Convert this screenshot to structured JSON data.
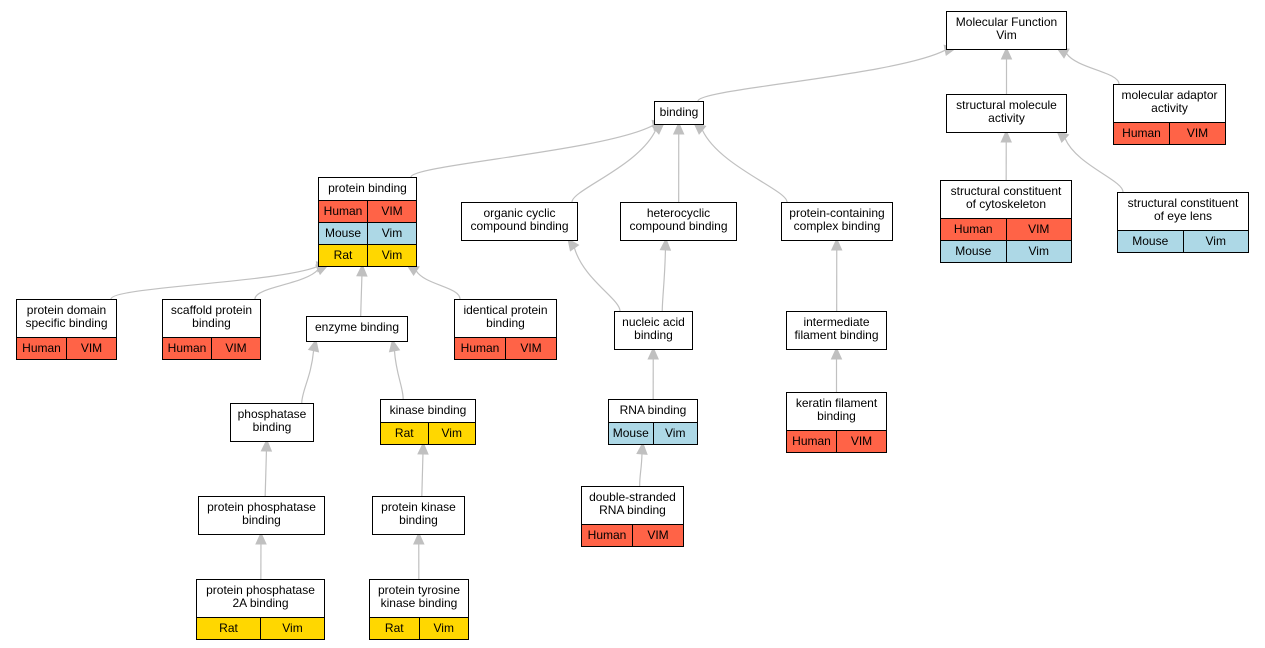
{
  "nodes": [
    {
      "id": "mf",
      "title": "Molecular Function\nVim",
      "rows": []
    },
    {
      "id": "binding",
      "title": "binding",
      "rows": []
    },
    {
      "id": "structmol",
      "title": "structural molecule\nactivity",
      "rows": []
    },
    {
      "id": "adaptor",
      "title": "molecular adaptor\nactivity",
      "rows": [
        {
          "species": "Human",
          "gene": "VIM",
          "color": "#ff6347"
        }
      ]
    },
    {
      "id": "protein",
      "title": "protein binding",
      "rows": [
        {
          "species": "Human",
          "gene": "VIM",
          "color": "#ff6347"
        },
        {
          "species": "Mouse",
          "gene": "Vim",
          "color": "#add8e6"
        },
        {
          "species": "Rat",
          "gene": "Vim",
          "color": "#ffd700"
        }
      ]
    },
    {
      "id": "organic",
      "title": "organic cyclic\ncompound binding",
      "rows": []
    },
    {
      "id": "hetero",
      "title": "heterocyclic\ncompound binding",
      "rows": []
    },
    {
      "id": "complex",
      "title": "protein-containing\ncomplex binding",
      "rows": []
    },
    {
      "id": "cyto",
      "title": "structural constituent\nof cytoskeleton",
      "rows": [
        {
          "species": "Human",
          "gene": "VIM",
          "color": "#ff6347"
        },
        {
          "species": "Mouse",
          "gene": "Vim",
          "color": "#add8e6"
        }
      ]
    },
    {
      "id": "eyelens",
      "title": "structural constituent\nof eye lens",
      "rows": [
        {
          "species": "Mouse",
          "gene": "Vim",
          "color": "#add8e6"
        }
      ]
    },
    {
      "id": "domain",
      "title": "protein domain\nspecific binding",
      "rows": [
        {
          "species": "Human",
          "gene": "VIM",
          "color": "#ff6347"
        }
      ]
    },
    {
      "id": "scaffold",
      "title": "scaffold protein\nbinding",
      "rows": [
        {
          "species": "Human",
          "gene": "VIM",
          "color": "#ff6347"
        }
      ]
    },
    {
      "id": "enzyme",
      "title": "enzyme binding",
      "rows": []
    },
    {
      "id": "identical",
      "title": "identical protein\nbinding",
      "rows": [
        {
          "species": "Human",
          "gene": "VIM",
          "color": "#ff6347"
        }
      ]
    },
    {
      "id": "nucleic",
      "title": "nucleic acid\nbinding",
      "rows": []
    },
    {
      "id": "ifil",
      "title": "intermediate\nfilament binding",
      "rows": []
    },
    {
      "id": "phosphatase",
      "title": "phosphatase\nbinding",
      "rows": []
    },
    {
      "id": "kinase",
      "title": "kinase binding",
      "rows": [
        {
          "species": "Rat",
          "gene": "Vim",
          "color": "#ffd700"
        }
      ]
    },
    {
      "id": "rna",
      "title": "RNA binding",
      "rows": [
        {
          "species": "Mouse",
          "gene": "Vim",
          "color": "#add8e6"
        }
      ]
    },
    {
      "id": "keratin",
      "title": "keratin filament\nbinding",
      "rows": [
        {
          "species": "Human",
          "gene": "VIM",
          "color": "#ff6347"
        }
      ]
    },
    {
      "id": "pphos",
      "title": "protein phosphatase\nbinding",
      "rows": []
    },
    {
      "id": "pkinase",
      "title": "protein kinase\nbinding",
      "rows": []
    },
    {
      "id": "dsrna",
      "title": "double-stranded\nRNA binding",
      "rows": [
        {
          "species": "Human",
          "gene": "VIM",
          "color": "#ff6347"
        }
      ]
    },
    {
      "id": "pp2a",
      "title": "protein phosphatase\n2A binding",
      "rows": [
        {
          "species": "Rat",
          "gene": "Vim",
          "color": "#ffd700"
        }
      ]
    },
    {
      "id": "ptk",
      "title": "protein tyrosine\nkinase binding",
      "rows": [
        {
          "species": "Rat",
          "gene": "Vim",
          "color": "#ffd700"
        }
      ]
    }
  ],
  "edges": [
    {
      "from": "binding",
      "to": "mf"
    },
    {
      "from": "structmol",
      "to": "mf"
    },
    {
      "from": "adaptor",
      "to": "mf"
    },
    {
      "from": "protein",
      "to": "binding"
    },
    {
      "from": "organic",
      "to": "binding"
    },
    {
      "from": "hetero",
      "to": "binding"
    },
    {
      "from": "complex",
      "to": "binding"
    },
    {
      "from": "cyto",
      "to": "structmol"
    },
    {
      "from": "eyelens",
      "to": "structmol"
    },
    {
      "from": "domain",
      "to": "protein"
    },
    {
      "from": "scaffold",
      "to": "protein"
    },
    {
      "from": "enzyme",
      "to": "protein"
    },
    {
      "from": "identical",
      "to": "protein"
    },
    {
      "from": "nucleic",
      "to": "organic"
    },
    {
      "from": "nucleic",
      "to": "hetero"
    },
    {
      "from": "ifil",
      "to": "complex"
    },
    {
      "from": "phosphatase",
      "to": "enzyme"
    },
    {
      "from": "kinase",
      "to": "enzyme"
    },
    {
      "from": "rna",
      "to": "nucleic"
    },
    {
      "from": "keratin",
      "to": "ifil"
    },
    {
      "from": "pphos",
      "to": "phosphatase"
    },
    {
      "from": "pkinase",
      "to": "kinase"
    },
    {
      "from": "dsrna",
      "to": "rna"
    },
    {
      "from": "pp2a",
      "to": "pphos"
    },
    {
      "from": "ptk",
      "to": "pkinase"
    }
  ],
  "colors": {
    "edge": "#c0c0c0",
    "human": "#ff6347",
    "mouse": "#add8e6",
    "rat": "#ffd700"
  }
}
